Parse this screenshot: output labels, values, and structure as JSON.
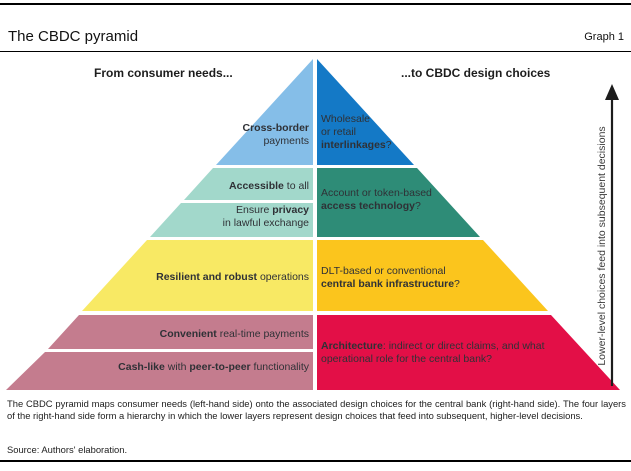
{
  "header": {
    "title": "The CBDC pyramid",
    "graph_label": "Graph 1"
  },
  "column_labels": {
    "left": "From consumer needs...",
    "right": "...to CBDC design choices"
  },
  "side_note": "Lower-level choices feed into subsequent decisions",
  "colors": {
    "layer1_left": "#85BEE8",
    "layer1_right": "#1479C6",
    "layer2_left": "#A2D8CB",
    "layer2_right": "#2E8C77",
    "layer3_left": "#F8E964",
    "layer3_right": "#FBC51D",
    "layer4_left": "#C47C8E",
    "layer4_right": "#E30F47",
    "arrow": "#1C1C1C",
    "text_dark": "#2F3136",
    "rule": "#000000"
  },
  "pyramid": {
    "layer1": {
      "left": {
        "bold1": "Cross-border",
        "line2": "payments"
      },
      "right": {
        "line1": "Wholesale",
        "line2": "or retail",
        "bold3": "interlinkages",
        "q3": "?"
      }
    },
    "layer2": {
      "left_row1": {
        "bold": "Accessible",
        "rest": " to all"
      },
      "left_row2": {
        "pre": "Ensure ",
        "bold": "privacy",
        "line2": "in lawful exchange"
      },
      "right": {
        "line1": "Account or token-based",
        "bold2": "access technology",
        "q2": "?"
      }
    },
    "layer3": {
      "left": {
        "bold": "Resilient and robust",
        "rest": " operations"
      },
      "right": {
        "line1": "DLT-based or conventional",
        "bold2": "central bank infrastructure",
        "q2": "?"
      }
    },
    "layer4": {
      "left_row1": {
        "bold": "Convenient",
        "rest": " real-time payments"
      },
      "left_row2": {
        "bold1": "Cash-like",
        "mid": " with ",
        "bold2": "peer-to-peer",
        "rest": " functionality"
      },
      "right": {
        "bold1": "Architecture",
        "rest1": ": indirect or direct claims, and what",
        "line2": "operational role for the central bank?"
      }
    }
  },
  "caption": {
    "text": "The CBDC pyramid maps consumer needs (left-hand side) onto the associated design choices for the central bank (right-hand side). The four layers of the right-hand side form a hierarchy in which the lower layers represent design choices that feed into subsequent, higher-level decisions.",
    "source": "Source: Authors' elaboration."
  }
}
